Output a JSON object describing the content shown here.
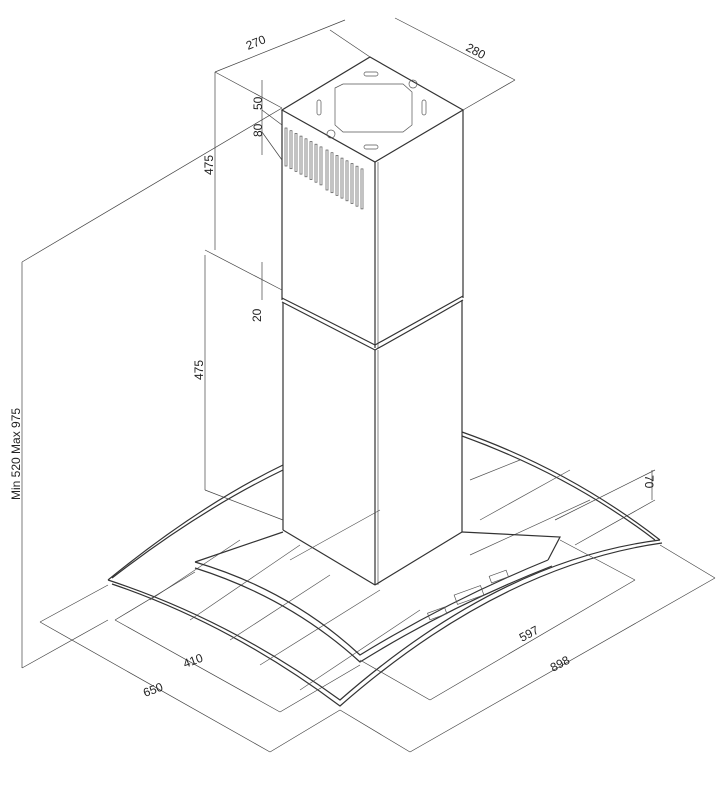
{
  "title": "Island cooker hood dimension drawing",
  "dimensions": {
    "chimney_depth": "270",
    "chimney_width": "280",
    "vent_offset": "50",
    "vent_height": "80",
    "upper_chimney_height": "475",
    "overlap": "20",
    "lower_chimney_height": "475",
    "total_height": "Min 520  Max 975",
    "canopy_thickness": "70",
    "base_width": "597",
    "glass_width": "898",
    "base_depth": "410",
    "glass_depth": "650"
  }
}
